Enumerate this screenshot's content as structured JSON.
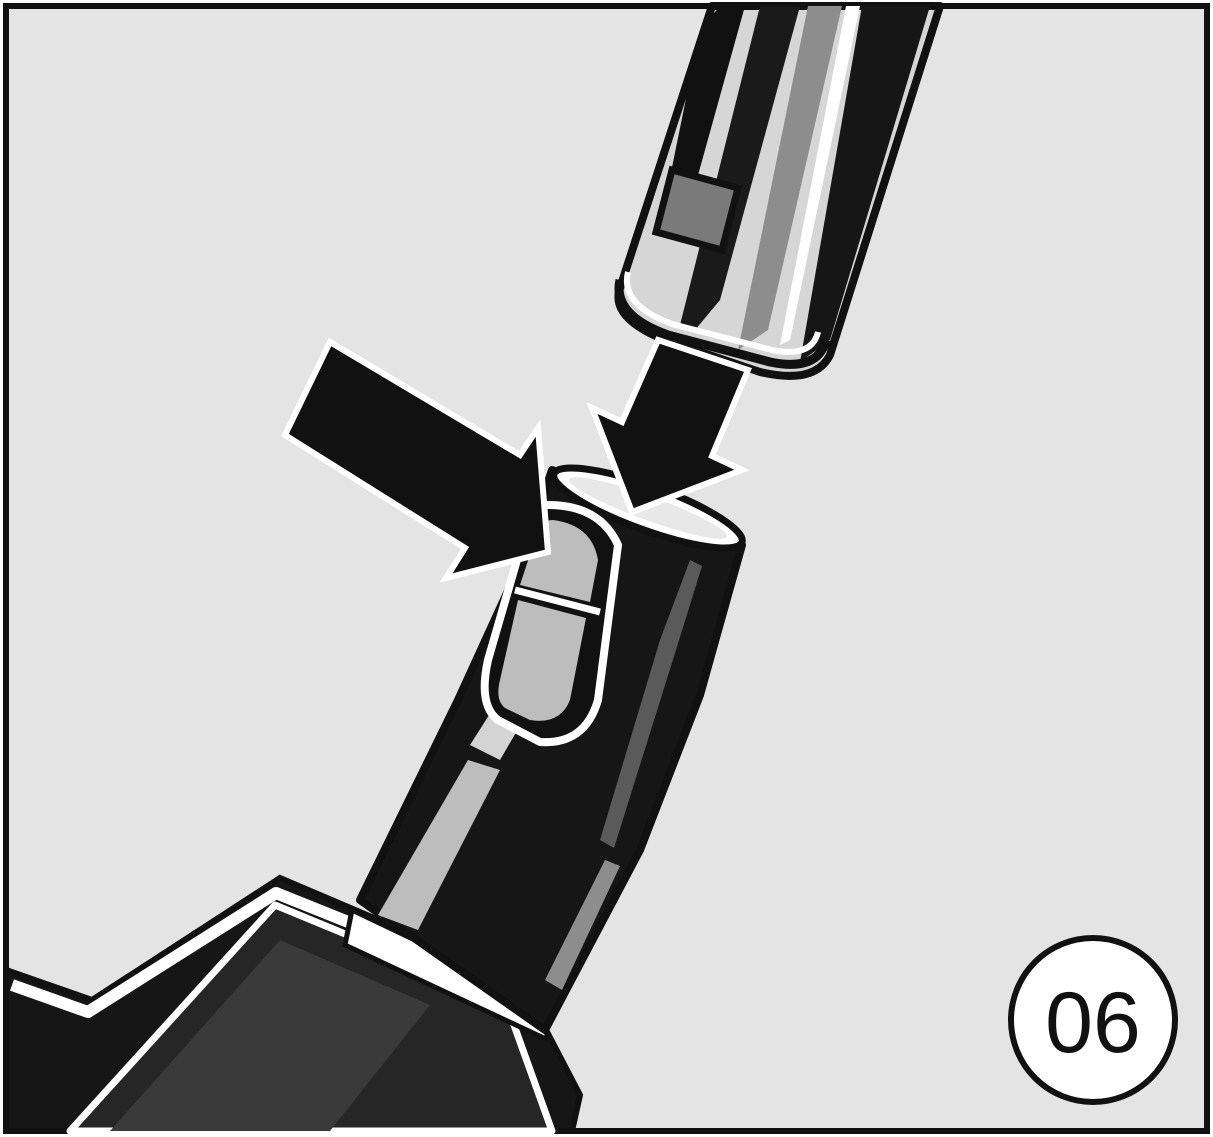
{
  "figure": {
    "step_number": "06",
    "colors": {
      "background": "#e4e4e4",
      "outline": "#111111",
      "black": "#161616",
      "dark_gray": "#5a5a5a",
      "mid_gray": "#8d8d8d",
      "light_gray": "#bdbdbd",
      "white": "#ffffff"
    },
    "parts": {
      "tube": "suction-tube",
      "handle": "hose-handle",
      "latch": "release-button",
      "arrows": [
        "press-arrow",
        "insert-arrow"
      ]
    }
  }
}
